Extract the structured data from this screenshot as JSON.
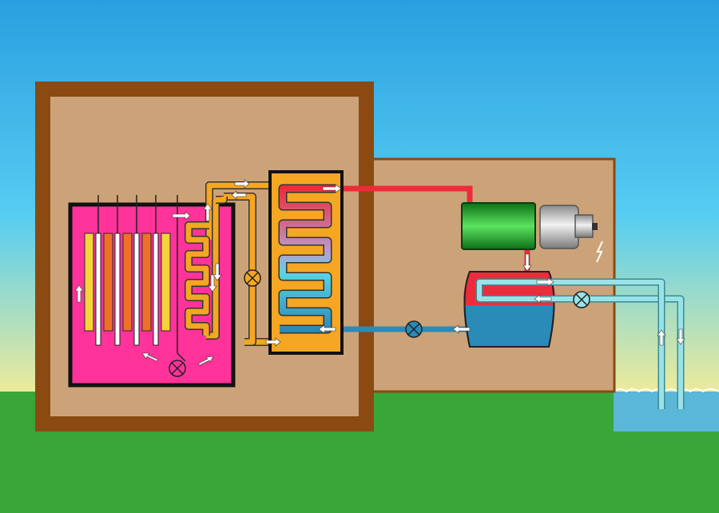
{
  "colors": {
    "sky_top": "#2a9fe0",
    "sky_mid": "#56cdf2",
    "sky_horizon": "#eeeb9a",
    "ground": "#3aa63a",
    "water": "#5ab7d8",
    "containment_wall": "#8a4a12",
    "building_fill": "#cca378",
    "building_edge": "#8a4a12",
    "reactor_core": "#ff3399",
    "fuel_yellow": "#f6d33a",
    "fuel_orange": "#f0702a",
    "primary_loop": "#f5a623",
    "steam_line": "#ee2b3b",
    "feedwater_line": "#2a8ab8",
    "cooling_water": "#98e2e8",
    "turbine_green": "#22b832",
    "generator_grey": "#c8c8c8"
  },
  "icons": [
    "pump-icon",
    "arrow-icon",
    "lightning-icon",
    "wave-icon"
  ],
  "components": [
    "sky",
    "ground",
    "containment-building",
    "turbine-hall",
    "reactor-vessel",
    "fuel-rods",
    "control-rods",
    "pressurizer",
    "steam-generator",
    "primary-pump",
    "turbine",
    "generator",
    "condenser",
    "feedwater-pump",
    "cooling-pump",
    "cooling-water-body"
  ]
}
